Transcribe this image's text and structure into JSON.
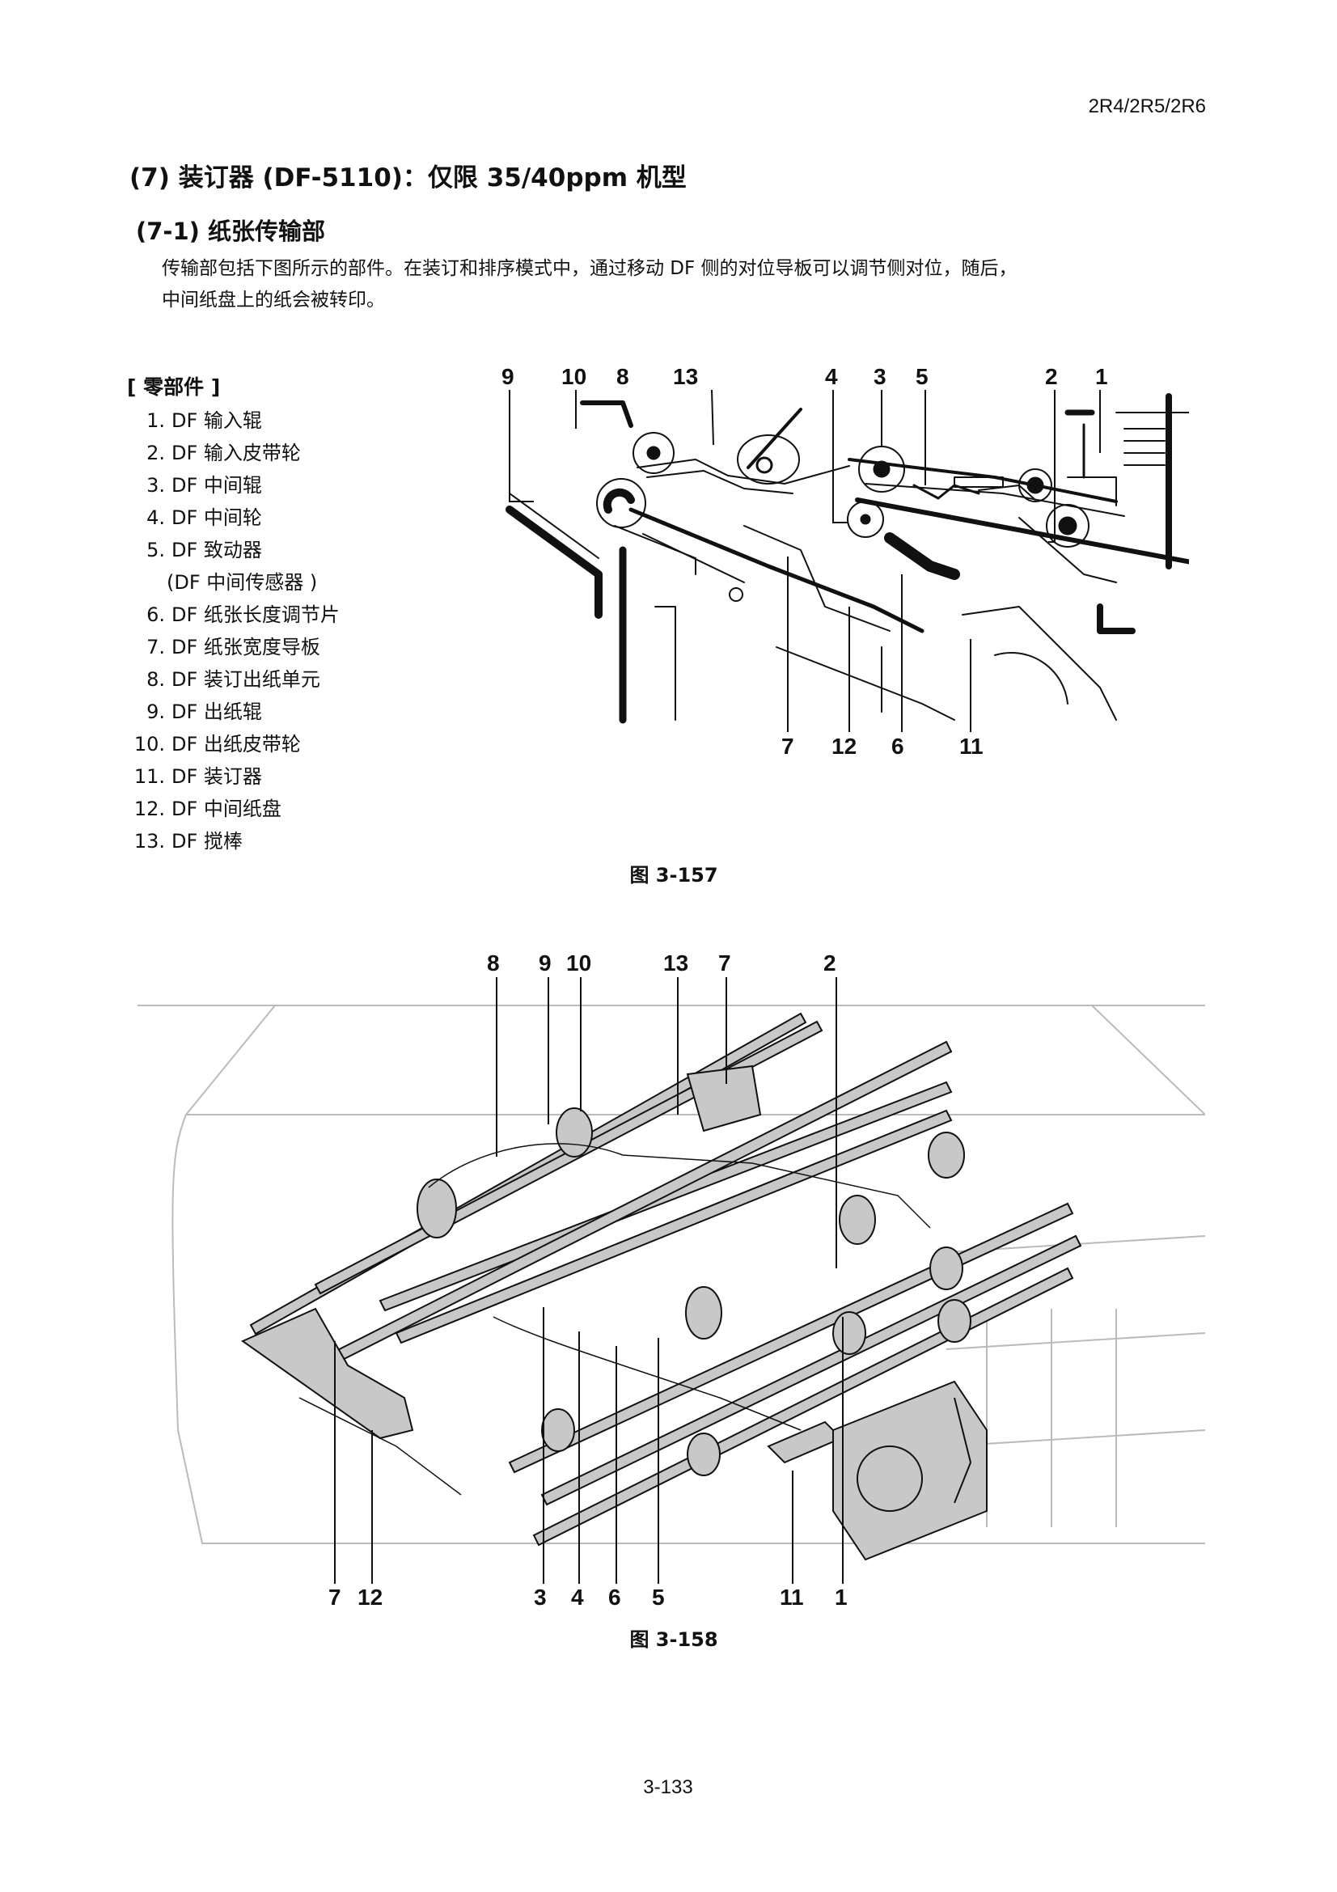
{
  "header": {
    "model": "2R4/2R5/2R6"
  },
  "section_title": "(7) 装订器 (DF-5110)：仅限 35/40ppm 机型",
  "subsection_title": "(7-1) 纸张传输部",
  "intro_lines": [
    "传输部包括下图所示的部件。在装订和排序模式中，通过移动 DF 侧的对位导板可以调节侧对位，随后，",
    "中间纸盘上的纸会被转印。"
  ],
  "parts_heading": "[ 零部件 ]",
  "parts": [
    {
      "num": "1.",
      "name": "DF 输入辊"
    },
    {
      "num": "2.",
      "name": "DF 输入皮带轮"
    },
    {
      "num": "3.",
      "name": "DF 中间辊"
    },
    {
      "num": "4.",
      "name": "DF 中间轮"
    },
    {
      "num": "5.",
      "name": "DF 致动器"
    },
    {
      "num": "",
      "name": "(DF 中间传感器 )"
    },
    {
      "num": "6.",
      "name": "DF 纸张长度调节片"
    },
    {
      "num": "7.",
      "name": "DF 纸张宽度导板"
    },
    {
      "num": "8.",
      "name": "DF 装订出纸单元"
    },
    {
      "num": "9.",
      "name": "DF 出纸辊"
    },
    {
      "num": "10.",
      "name": "DF 出纸皮带轮"
    },
    {
      "num": "11.",
      "name": "DF 装订器"
    },
    {
      "num": "12.",
      "name": "DF 中间纸盘"
    },
    {
      "num": "13.",
      "name": "DF 搅棒"
    }
  ],
  "figure1": {
    "caption": "图 3-157",
    "callouts_top": [
      "9",
      "10",
      "8",
      "13",
      "4",
      "3",
      "5",
      "2",
      "1"
    ],
    "callouts_bottom": [
      "7",
      "12",
      "6",
      "11"
    ]
  },
  "figure2": {
    "caption": "图 3-158",
    "callouts_top": [
      "8",
      "9",
      "10",
      "13",
      "7",
      "2"
    ],
    "callouts_bottom": [
      "7",
      "12",
      "3",
      "4",
      "6",
      "5",
      "11",
      "1"
    ]
  },
  "footer": {
    "page_number": "3-133"
  }
}
